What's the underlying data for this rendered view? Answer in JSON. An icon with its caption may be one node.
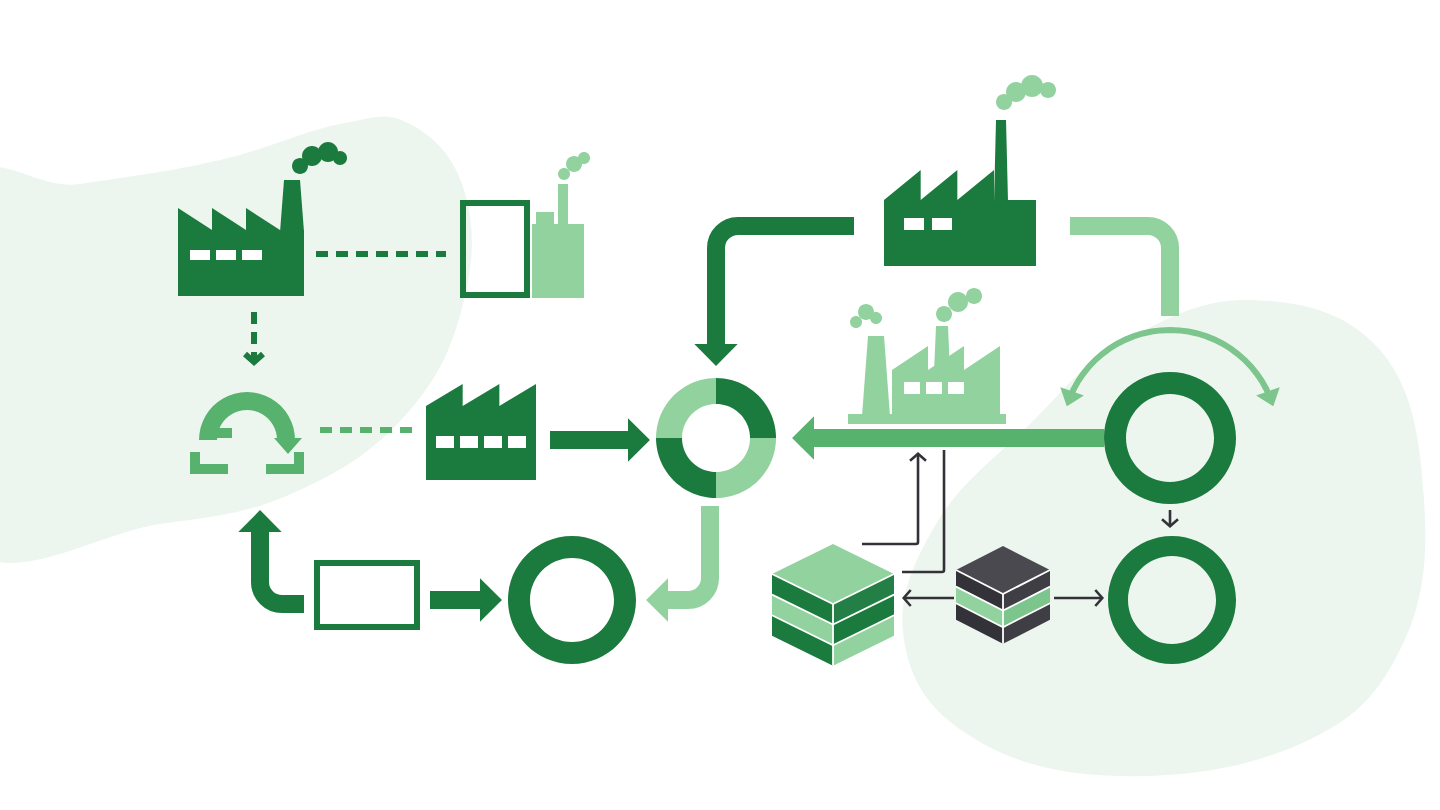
{
  "diagram": {
    "nodes": [
      {
        "text": [],
        "shape": "picture"
      },
      {
        "text": [],
        "shape": "picture"
      },
      {
        "text": [],
        "shape": "picture"
      },
      {
        "text": [],
        "shape": "picture"
      },
      {
        "text": [],
        "shape": "circle"
      },
      {
        "text": [],
        "shape": "box"
      },
      {
        "text": [],
        "shape": "circle"
      },
      {
        "text": [],
        "shape": "picture"
      },
      {
        "text": [],
        "shape": "picture"
      },
      {
        "text": [],
        "shape": "circle"
      },
      {
        "text": [],
        "shape": "picture"
      },
      {
        "text": [],
        "shape": "picture"
      },
      {
        "text": [],
        "shape": "circle"
      }
    ],
    "edges": [
      {
        "from": 0,
        "to": 1,
        "arrow": "none",
        "style": "dashed"
      },
      {
        "from": 0,
        "to": 2,
        "arrow": "to",
        "style": "dashed"
      },
      {
        "from": 2,
        "to": 3,
        "arrow": "none",
        "style": "dashed",
        "color": "#56b26d"
      },
      {
        "from": 3,
        "to": 4,
        "arrow": "to",
        "style": "thick"
      },
      {
        "from": 7,
        "to": 4,
        "arrow": "to",
        "style": "thick"
      },
      {
        "from": 7,
        "to": 9,
        "arrow": "none",
        "style": "thick",
        "color": "#92d29f"
      },
      {
        "from": 9,
        "to": 4,
        "arrow": "to",
        "style": "thick",
        "color": "#56b26d"
      },
      {
        "from": 4,
        "to": 6,
        "arrow": "to",
        "style": "thick",
        "color": "#92d29f"
      },
      {
        "from": 5,
        "to": 6,
        "arrow": "to",
        "style": "thick"
      },
      {
        "from": 5,
        "to": 2,
        "arrow": "to",
        "style": "thick"
      },
      {
        "from": 10,
        "to": 8,
        "arrow": "to",
        "color": "#333238"
      },
      {
        "from": 8,
        "to": 10,
        "arrow": "none",
        "color": "#333238"
      },
      {
        "from": 11,
        "to": 10,
        "arrow": "to",
        "color": "#333238"
      },
      {
        "from": 11,
        "to": 12,
        "arrow": "to",
        "color": "#333238"
      },
      {
        "from": 9,
        "to": 12,
        "arrow": "to",
        "color": "#333238"
      }
    ]
  }
}
